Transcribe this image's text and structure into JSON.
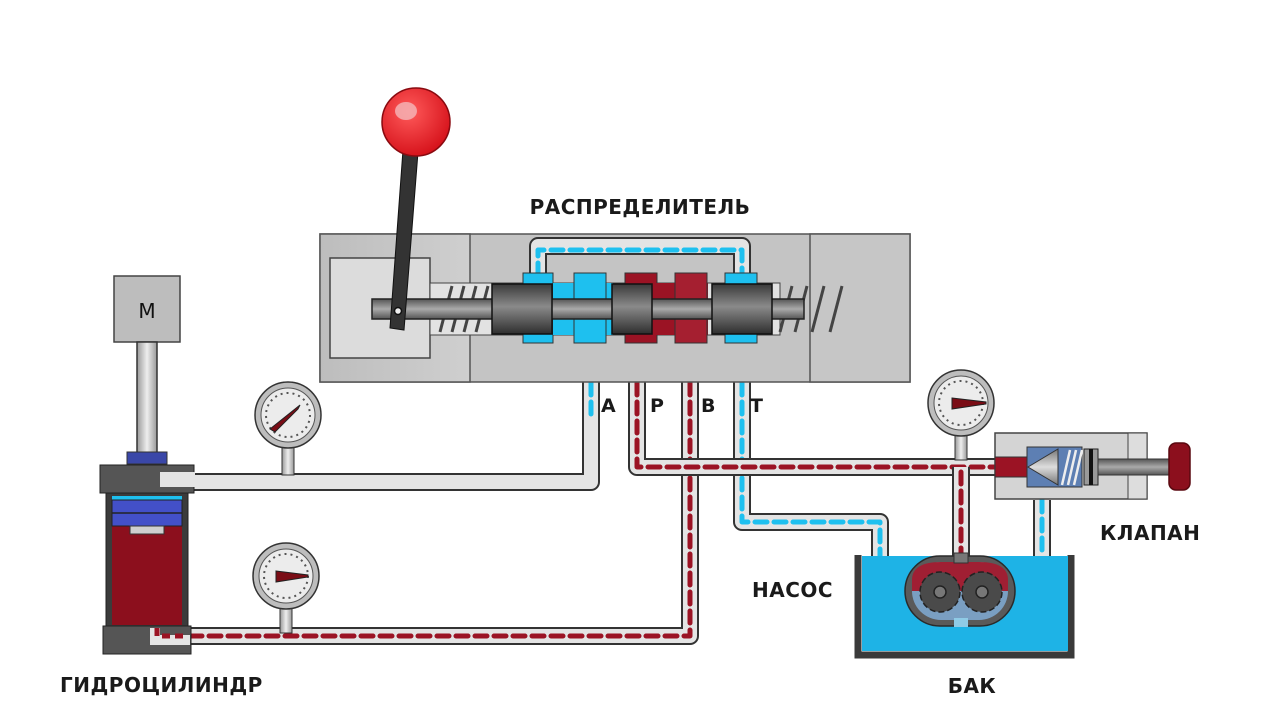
{
  "diagram": {
    "title": "Hydraulic system schematic",
    "labels": {
      "distributor": "РАСПРЕДЕЛИТЕЛЬ",
      "cylinder": "ГИДРОЦИЛИНДР",
      "pump": "НАСОС",
      "tank": "БАК",
      "valve": "КЛАПАН",
      "motor": "M"
    },
    "ports": {
      "a": "A",
      "p": "P",
      "b": "B",
      "t": "T"
    },
    "colors": {
      "pressure": "#9b1324",
      "return": "#1ec0ef",
      "tank_fluid": "#1eb3e6",
      "body": "#c8c8c8",
      "handle_knob": "#e8101c"
    }
  }
}
